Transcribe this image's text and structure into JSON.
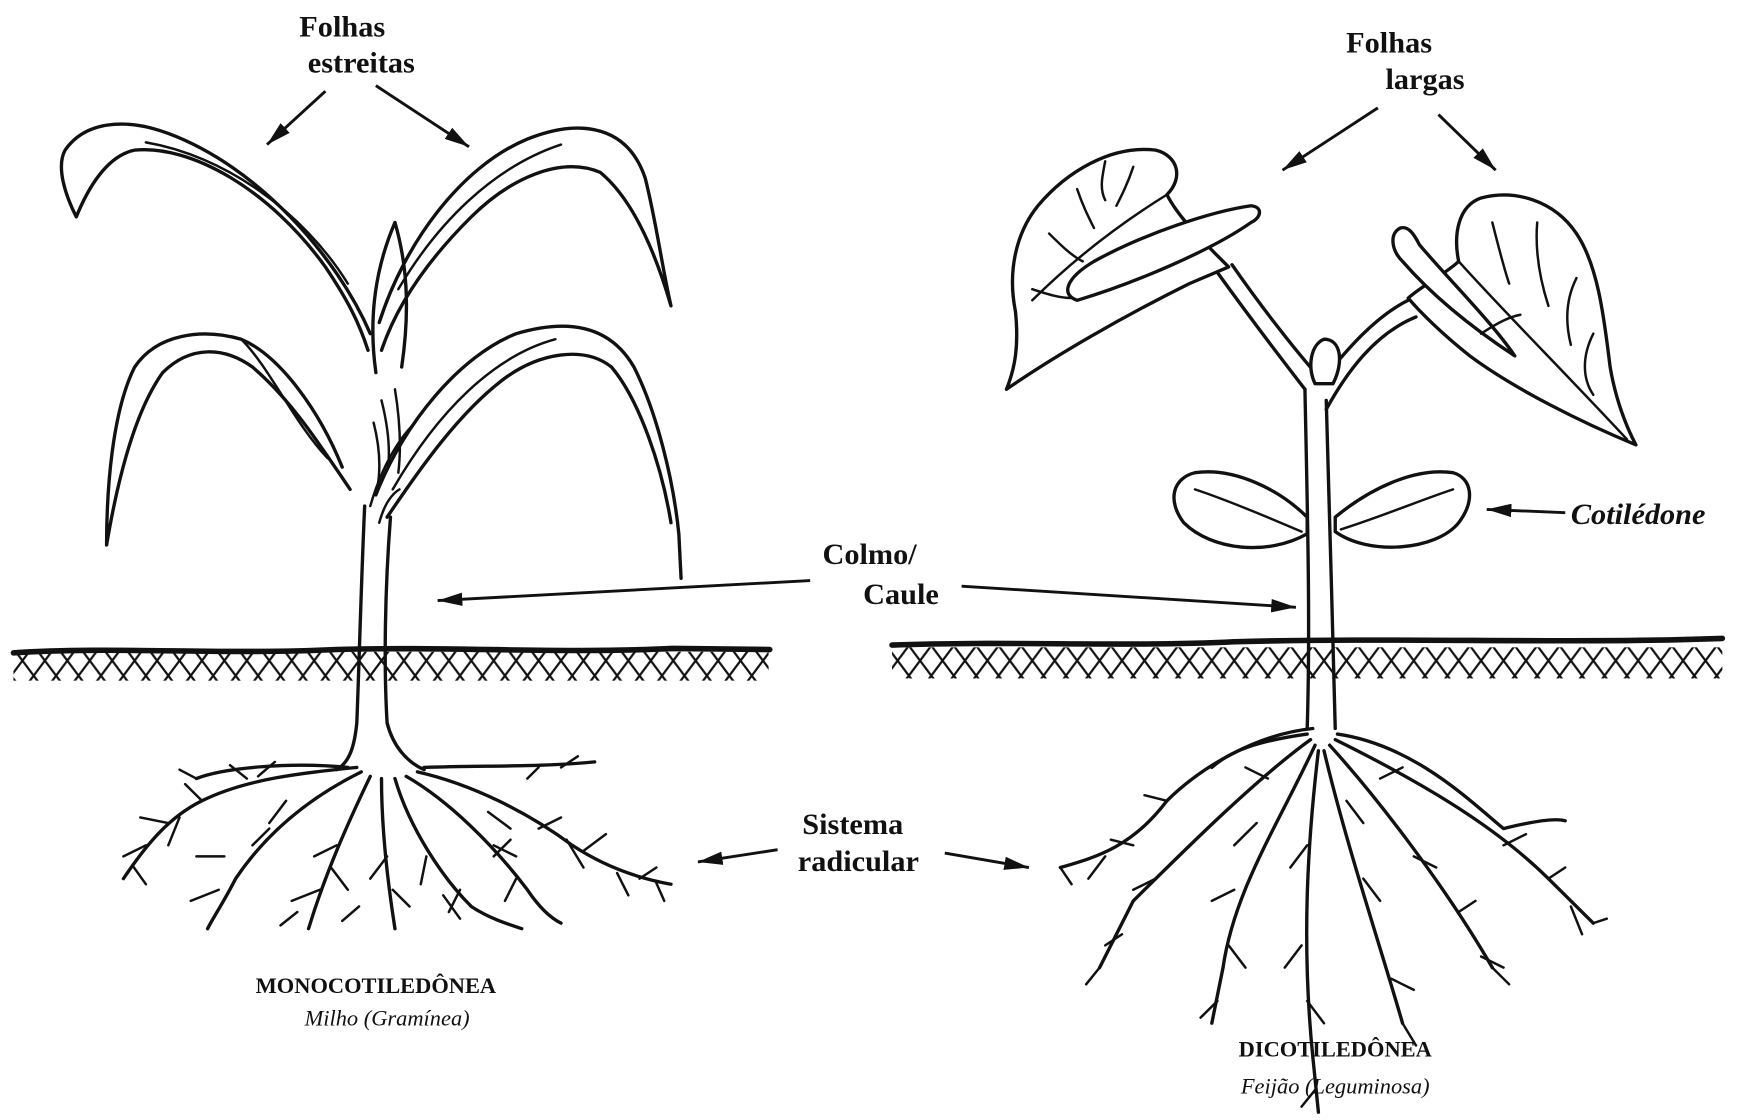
{
  "labels": {
    "narrow_leaves": [
      "Folhas",
      "estreitas"
    ],
    "broad_leaves": [
      "Folhas",
      "largas"
    ],
    "stem": [
      "Colmo/",
      "Caule"
    ],
    "cotyledon": "Cotilédone",
    "root_system": [
      "Sistema",
      "radicular"
    ]
  },
  "monocot": {
    "title": "MONOCOTILEDÔNEA",
    "subtitle": "Milho (Gramínea)"
  },
  "dicot": {
    "title": "DICOTILEDÔNEA",
    "subtitle": "Feijão (Leguminosa)"
  }
}
